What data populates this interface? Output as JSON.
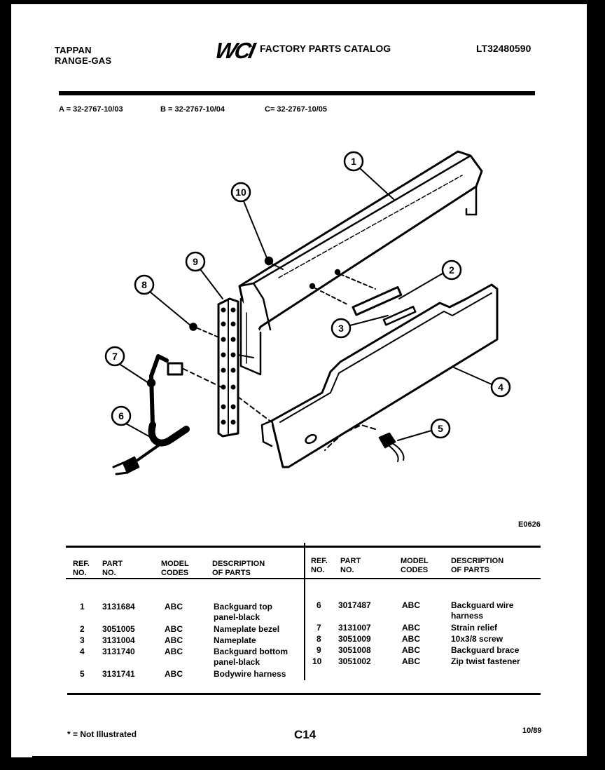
{
  "header": {
    "brand": "TAPPAN",
    "category": "RANGE-GAS",
    "logo": "WCI",
    "catalog_title": "FACTORY PARTS CATALOG",
    "model_number": "LT32480590"
  },
  "model_codes": [
    {
      "code": "A",
      "value": "A = 32-2767-10/03"
    },
    {
      "code": "B",
      "value": "B = 32-2767-10/04"
    },
    {
      "code": "C",
      "value": "C= 32-2767-10/05"
    }
  ],
  "diagram": {
    "code": "E0626",
    "callouts": [
      "1",
      "2",
      "3",
      "4",
      "5",
      "6",
      "7",
      "8",
      "9",
      "10"
    ],
    "colors": {
      "line": "#000000",
      "fill": "#ffffff"
    }
  },
  "table": {
    "headers": {
      "ref": [
        "REF.",
        "NO."
      ],
      "part": [
        "PART",
        "NO."
      ],
      "model": [
        "MODEL",
        "CODES"
      ],
      "desc": [
        "DESCRIPTION",
        "OF PARTS"
      ]
    },
    "left": [
      {
        "ref": "1",
        "part": "3131684",
        "model": "ABC",
        "desc": [
          "Backguard top",
          "panel-black"
        ]
      },
      {
        "ref": "2",
        "part": "3051005",
        "model": "ABC",
        "desc": [
          "Nameplate bezel"
        ]
      },
      {
        "ref": "3",
        "part": "3131004",
        "model": "ABC",
        "desc": [
          "Nameplate"
        ]
      },
      {
        "ref": "4",
        "part": "3131740",
        "model": "ABC",
        "desc": [
          "Backguard bottom",
          "panel-black"
        ]
      },
      {
        "ref": "5",
        "part": "3131741",
        "model": "ABC",
        "desc": [
          "Bodywire harness"
        ]
      }
    ],
    "right": [
      {
        "ref": "6",
        "part": "3017487",
        "model": "ABC",
        "desc": [
          "Backguard wire",
          "harness"
        ]
      },
      {
        "ref": "7",
        "part": "3131007",
        "model": "ABC",
        "desc": [
          "Strain relief"
        ]
      },
      {
        "ref": "8",
        "part": "3051009",
        "model": "ABC",
        "desc": [
          "10x3/8 screw"
        ]
      },
      {
        "ref": "9",
        "part": "3051008",
        "model": "ABC",
        "desc": [
          "Backguard brace"
        ]
      },
      {
        "ref": "10",
        "part": "3051002",
        "model": "ABC",
        "desc": [
          "Zip twist fastener"
        ]
      }
    ]
  },
  "footer": {
    "note": "* = Not Illustrated",
    "page": "C14",
    "date": "10/89"
  }
}
